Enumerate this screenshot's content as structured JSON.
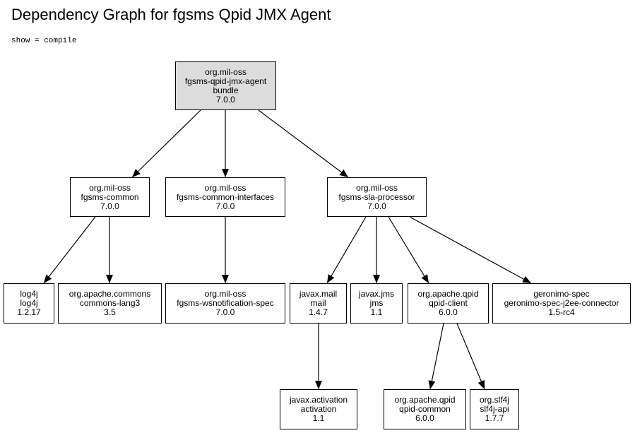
{
  "title": "Dependency Graph for fgsms Qpid JMX Agent",
  "scope": "show = compile",
  "nodes": {
    "root": {
      "group": "org.mil-oss",
      "artifact": "fgsms-qpid-jmx-agent",
      "packaging": "bundle",
      "version": "7.0.0"
    },
    "common": {
      "group": "org.mil-oss",
      "artifact": "fgsms-common",
      "version": "7.0.0"
    },
    "interfaces": {
      "group": "org.mil-oss",
      "artifact": "fgsms-common-interfaces",
      "version": "7.0.0"
    },
    "sla": {
      "group": "org.mil-oss",
      "artifact": "fgsms-sla-processor",
      "version": "7.0.0"
    },
    "log4j": {
      "group": "log4j",
      "artifact": "log4j",
      "version": "1.2.17"
    },
    "lang3": {
      "group": "org.apache.commons",
      "artifact": "commons-lang3",
      "version": "3.5"
    },
    "wsn": {
      "group": "org.mil-oss",
      "artifact": "fgsms-wsnotification-spec",
      "version": "7.0.0"
    },
    "mail": {
      "group": "javax.mail",
      "artifact": "mail",
      "version": "1.4.7"
    },
    "jms": {
      "group": "javax.jms",
      "artifact": "jms",
      "version": "1.1"
    },
    "qpidclient": {
      "group": "org.apache.qpid",
      "artifact": "qpid-client",
      "version": "6.0.0"
    },
    "geronimo": {
      "group": "geronimo-spec",
      "artifact": "geronimo-spec-j2ee-connector",
      "version": "1.5-rc4"
    },
    "activation": {
      "group": "javax.activation",
      "artifact": "activation",
      "version": "1.1"
    },
    "qpidcommon": {
      "group": "org.apache.qpid",
      "artifact": "qpid-common",
      "version": "6.0.0"
    },
    "slf4j": {
      "group": "org.slf4j",
      "artifact": "slf4j-api",
      "version": "1.7.7"
    }
  }
}
